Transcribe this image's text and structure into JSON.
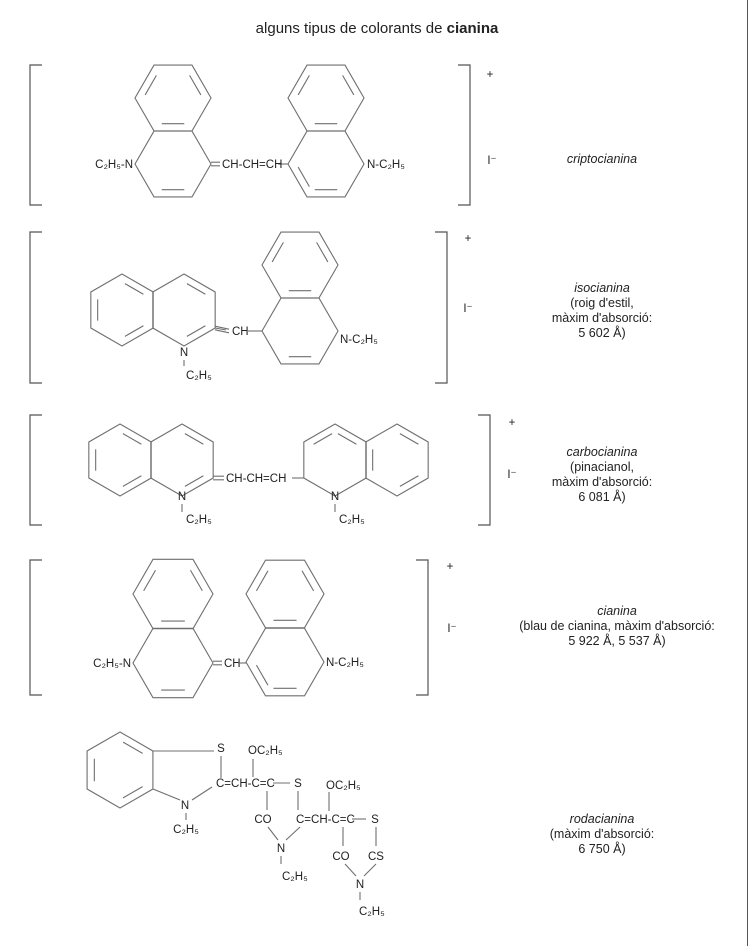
{
  "title": {
    "prefix": "alguns tipus de colorants de ",
    "bold": "cianina"
  },
  "molecules": [
    {
      "name": "criptocianina",
      "details": [],
      "charge": "+",
      "counterion": "I⁻",
      "atoms": {
        "n_left": "C₂H₅-N",
        "chain": "CH-CH=CH",
        "n_right": "N-C₂H₅"
      }
    },
    {
      "name": "isocianina",
      "details": [
        "(roig d'estil,",
        "màxim d'absorció:",
        "5 602 Å)"
      ],
      "charge": "+",
      "counterion": "I⁻",
      "atoms": {
        "n_left": "N",
        "ethyl_left": "C₂H₅",
        "chain": "CH",
        "n_right": "N-C₂H₅"
      }
    },
    {
      "name": "carbocianina",
      "details": [
        "(pinacianol,",
        "màxim d'absorció:",
        "6 081 Å)"
      ],
      "charge": "+",
      "counterion": "I⁻",
      "atoms": {
        "n_left": "N",
        "ethyl_left": "C₂H₅",
        "chain": "CH-CH=CH",
        "n_right": "N",
        "ethyl_right": "C₂H₅"
      }
    },
    {
      "name": "cianina",
      "details": [
        "(blau de cianina, màxim d'absorció:",
        "5 922 Å, 5 537 Å)"
      ],
      "charge": "+",
      "counterion": "I⁻",
      "atoms": {
        "n_left": "C₂H₅-N",
        "chain": "CH",
        "n_right": "N-C₂H₅"
      }
    },
    {
      "name": "rodacianina",
      "details": [
        "(màxim d'absorció:",
        "6 750 Å)"
      ],
      "atoms": {
        "s1": "S",
        "oet1": "OC₂H₅",
        "chain1": "C=CH-C=C",
        "s2": "S",
        "oet2": "OC₂H₅",
        "n1": "N",
        "ethyl1": "C₂H₅",
        "co1": "CO",
        "chain2": "C=CH-C=C",
        "s3": "S",
        "n2": "N",
        "ethyl2": "C₂H₅",
        "co2": "CO",
        "cs": "CS",
        "n3": "N",
        "ethyl3": "C₂H₅"
      }
    }
  ]
}
